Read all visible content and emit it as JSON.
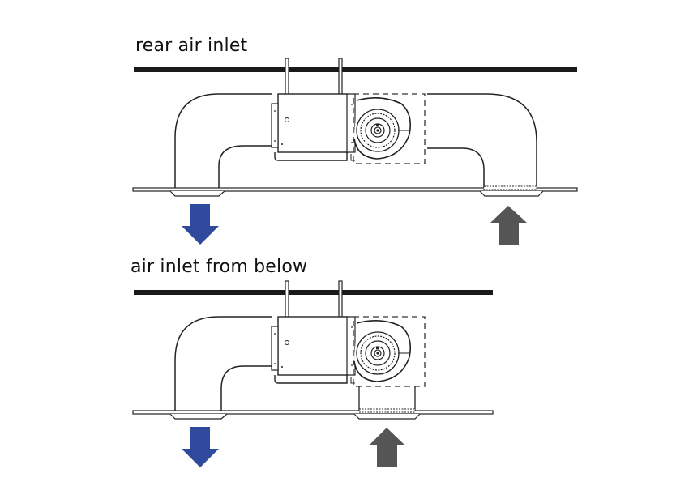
{
  "diagrams": [
    {
      "id": "rear",
      "title": "rear air inlet"
    },
    {
      "id": "below",
      "title": "air inlet from below"
    }
  ],
  "arrows": {
    "outlet": {
      "direction": "down",
      "color": "#2f4a9c",
      "icon": "arrow-down-icon"
    },
    "inlet": {
      "direction": "up",
      "color": "#555555",
      "icon": "arrow-up-icon"
    }
  },
  "colors": {
    "line": "#1a1a1a",
    "ceiling": "#1a1a1a"
  }
}
